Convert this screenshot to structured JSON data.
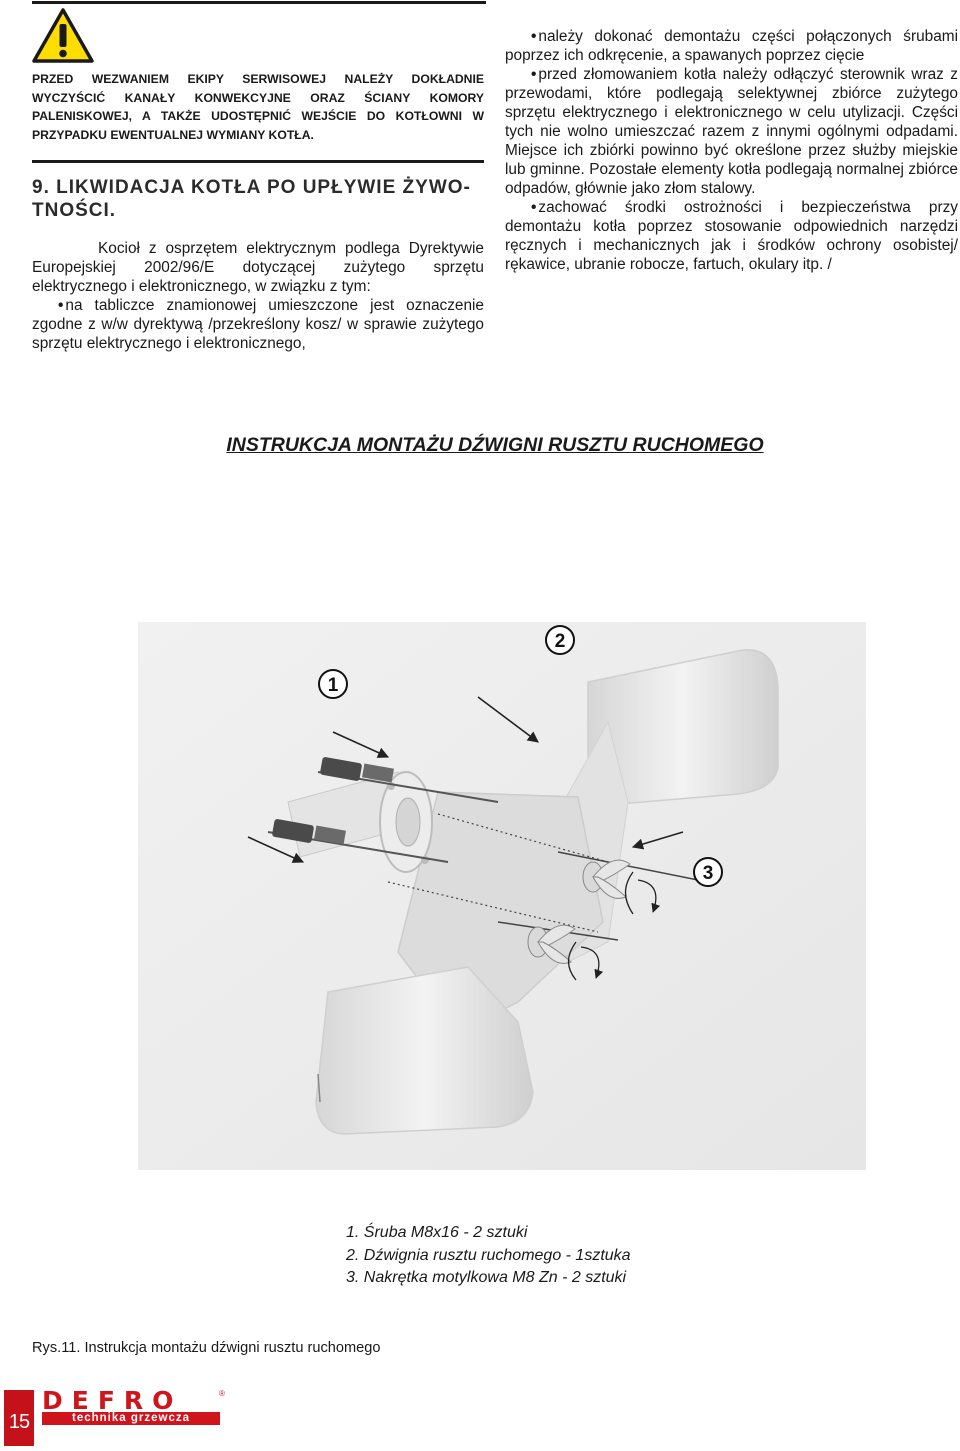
{
  "warning": {
    "text": "PRZED WEZWANIEM EKIPY SERWISOWEJ NALEŻY DOKŁADNIE WYCZYŚCIĆ KANAŁY KONWEKCYJNE ORAZ ŚCIANY KOMORY PALENISKOWEJ, A TAKŻE UDOSTĘPNIĆ WEJŚCIE DO KOTŁOWNI W PRZYPADKU EWENTUALNEJ WYMIANY KOTŁA.",
    "icon": "warning-triangle-icon",
    "colors": {
      "icon_fill": "#ffdd00",
      "icon_stroke": "#1a1a1a"
    }
  },
  "section": {
    "title": "9. LIKWIDACJA KOTŁA PO UPŁYWIE ŻYWO-TNOŚCI.",
    "intro": "Kocioł z osprzętem elektrycznym podlega Dyrektywie Europejskiej 2002/96/E dotyczącej zużytego sprzętu elektrycznego i elektronicznego, w związku z tym:",
    "bullets": [
      "na tabliczce znamionowej umieszczone jest oznaczenie zgodne z w/w dyrektywą /przekreślony kosz/ w sprawie zużytego sprzętu elektrycznego i elektronicznego,",
      "należy dokonać demontażu części połączonych śrubami poprzez ich odkręcenie, a spawanych poprzez cięcie",
      "przed złomowaniem kotła należy odłączyć sterownik wraz z przewodami, które podlegają selektywnej zbiórce zużytego sprzętu elektrycznego i elektronicznego w celu utylizacji. Części tych nie wolno umieszczać razem z innymi ogólnymi odpadami. Miejsce ich zbiórki powinno być określone przez służby miejskie lub gminne. Pozostałe elementy kotła podlegają normalnej zbiórce odpadów, głównie jako złom stalowy.",
      "zachować środki ostrożności i bezpieczeństwa przy demontażu kotła poprzez stosowanie odpowiednich narzędzi ręcznych i mechanicznych jak i środków ochrony osobistej/ rękawice, ubranie robocze, fartuch, okulary itp. /"
    ]
  },
  "instruction": {
    "title": "INSTRUKCJA MONTAŻU DŹWIGNI RUSZTU RUCHOMEGO",
    "callouts": [
      "1",
      "2",
      "3"
    ],
    "legend": [
      "1. Śruba M8x16 - 2 sztuki",
      "2. Dźwignia rusztu ruchomego - 1sztuka",
      "3. Nakrętka motylkowa M8 Zn - 2 sztuki"
    ],
    "caption": "Rys.11. Instrukcja montażu dźwigni rusztu ruchomego"
  },
  "footer": {
    "page_number": "15",
    "brand": "DEFRO",
    "registered_mark": "®",
    "slogan": "technika grzewcza",
    "colors": {
      "brand_red": "#d0141c"
    }
  }
}
